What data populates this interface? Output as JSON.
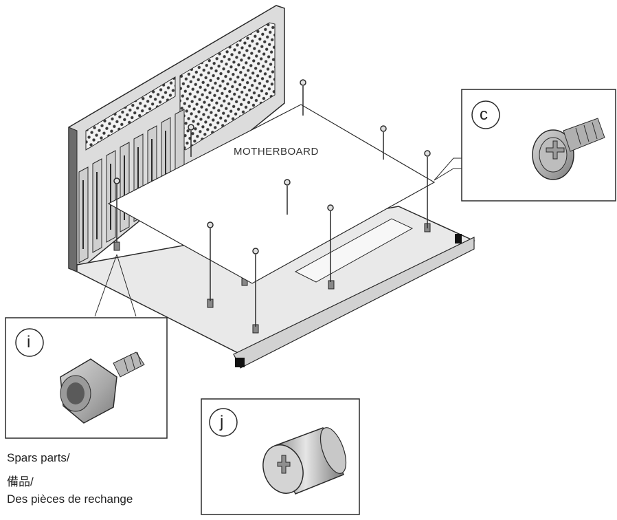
{
  "labels": {
    "motherboard": "MOTHERBOARD"
  },
  "callouts": {
    "c": "c",
    "i": "i",
    "j": "j"
  },
  "spare_parts": {
    "line1": "Spars parts/",
    "line2": "備品/",
    "line3": "Des pièces de rechange"
  },
  "parts": {
    "c": "screw-icon",
    "i": "standoff-icon",
    "j": "pin-icon"
  },
  "colors": {
    "line": "#2a2a2a",
    "panel": "#e9e9e9",
    "panel_dark": "#6c6c6c",
    "metal": "#b8b8b8"
  }
}
